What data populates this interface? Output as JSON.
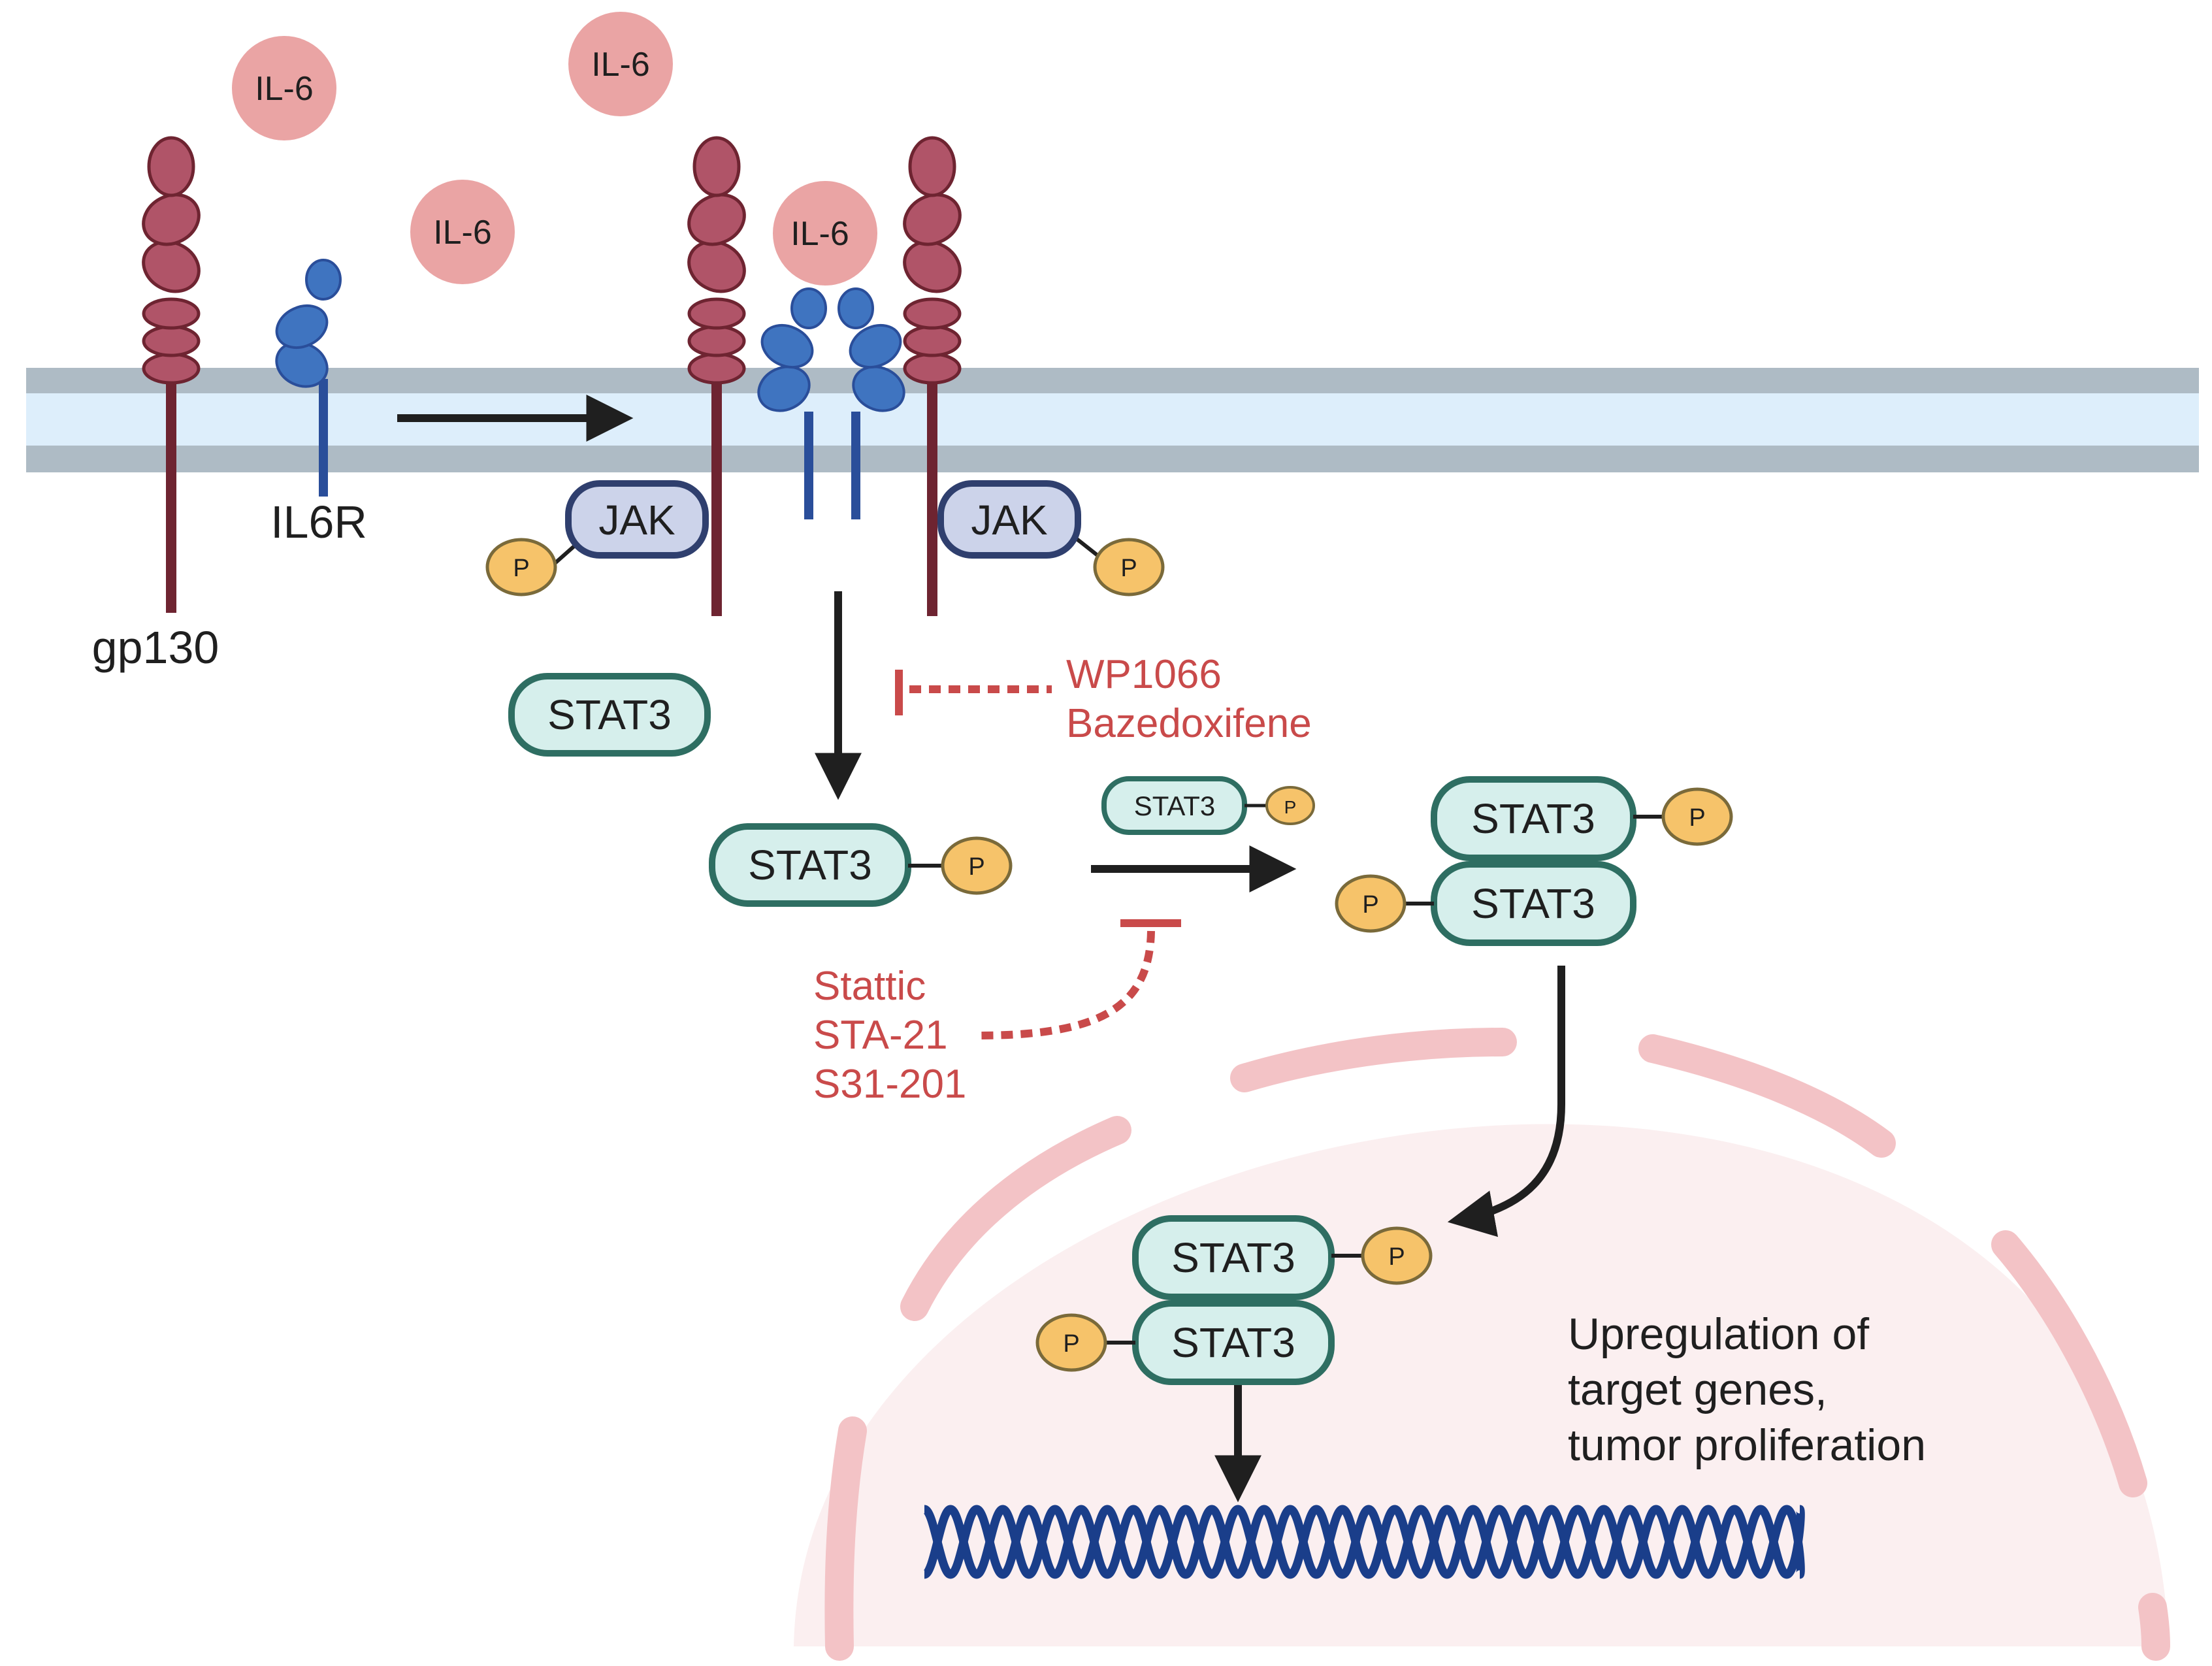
{
  "labels": {
    "il6": "IL-6",
    "gp130": "gp130",
    "il6r": "IL6R",
    "jak": "JAK",
    "stat3": "STAT3",
    "phospho": "P"
  },
  "inhibitors": {
    "jak_level": [
      "WP1066",
      "Bazedoxifene"
    ],
    "dimerization_level": [
      "Stattic",
      "STA-21",
      "S31-201"
    ]
  },
  "outcome": [
    "Upregulation of",
    "target genes,",
    "tumor proliferation"
  ],
  "colors": {
    "gp130": "#b05468",
    "gp130_stem": "#6e2431",
    "il6r": "#3f74c0",
    "il6r_stem": "#2a4e9a",
    "il6": "#eaa4a4",
    "jak_fill": "#ccd3ea",
    "jak_stroke": "#2f3f6e",
    "stat3_fill": "#d6efec",
    "stat3_stroke": "#2e6e62",
    "phospho_fill": "#f6c36a",
    "phospho_stroke": "#7a6a3a",
    "membrane_outer": "#aebbc5",
    "membrane_inner": "#ddeefb",
    "nucleus_fill": "#fbeff0",
    "nucleus_envelope": "#f3c3c6",
    "dna": "#1a3e8a",
    "inhibitor": "#c94a4a",
    "arrow": "#1f1f1f"
  }
}
